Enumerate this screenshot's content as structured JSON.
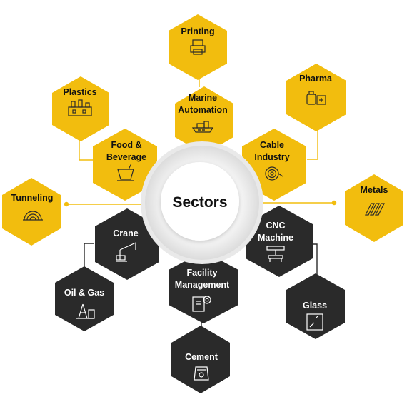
{
  "colors": {
    "yellow": "#F2BD0E",
    "dark": "#2A2A2A",
    "connector": "#F2BD0E",
    "connector_dark": "#2A2A2A"
  },
  "center": {
    "label": "Sectors"
  },
  "sectors": {
    "printing": {
      "lines": [
        "Printing"
      ],
      "icon": "printer-icon"
    },
    "plastics": {
      "lines": [
        "Plastics"
      ],
      "icon": "factory-icon"
    },
    "marine_automation": {
      "lines": [
        "Marine",
        "Automation"
      ],
      "icon": "ship-icon"
    },
    "pharma": {
      "lines": [
        "Pharma"
      ],
      "icon": "medicine-bottle-icon"
    },
    "food_beverage": {
      "lines": [
        "Food &",
        "Beverage"
      ],
      "icon": "drink-icon"
    },
    "cable_industry": {
      "lines": [
        "Cable",
        "Industry"
      ],
      "icon": "cable-coil-icon"
    },
    "tunneling": {
      "lines": [
        "Tunneling"
      ],
      "icon": "tunnel-icon"
    },
    "metals": {
      "lines": [
        "Metals"
      ],
      "icon": "metal-bars-icon"
    },
    "crane": {
      "lines": [
        "Crane"
      ],
      "icon": "crane-icon"
    },
    "cnc_machine": {
      "lines": [
        "CNC",
        "Machine"
      ],
      "icon": "cnc-machine-icon"
    },
    "oil_gas": {
      "lines": [
        "Oil & Gas"
      ],
      "icon": "oil-rig-icon"
    },
    "facility_management": {
      "lines": [
        "Facility",
        "Management"
      ],
      "icon": "facility-gear-icon"
    },
    "glass": {
      "lines": [
        "Glass"
      ],
      "icon": "glass-pane-icon"
    },
    "cement": {
      "lines": [
        "Cement"
      ],
      "icon": "cement-bag-icon"
    }
  }
}
